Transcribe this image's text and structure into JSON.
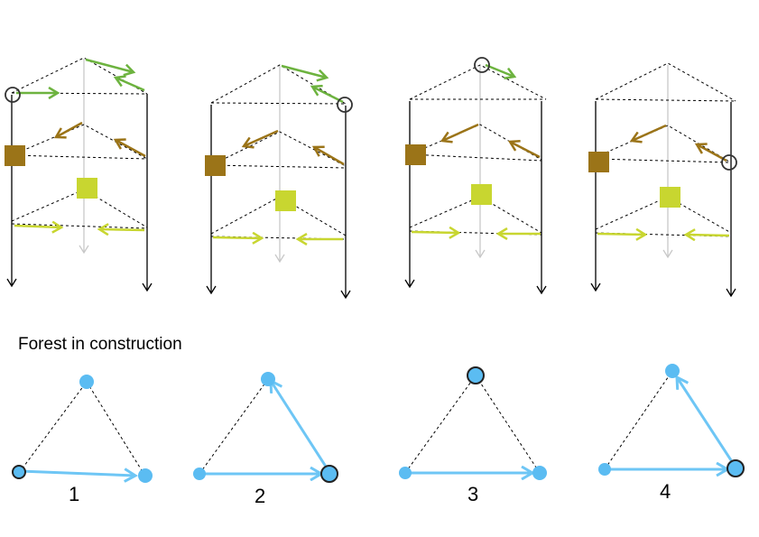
{
  "caption": "Forest in construction",
  "steps": [
    "1",
    "2",
    "3",
    "4"
  ],
  "colors": {
    "green": "#6db33f",
    "brown": "#9b7418",
    "lime": "#c8d630",
    "blue": "#6ec6f5",
    "node": "#5bbcf2",
    "grey": "#c8c8c8"
  }
}
